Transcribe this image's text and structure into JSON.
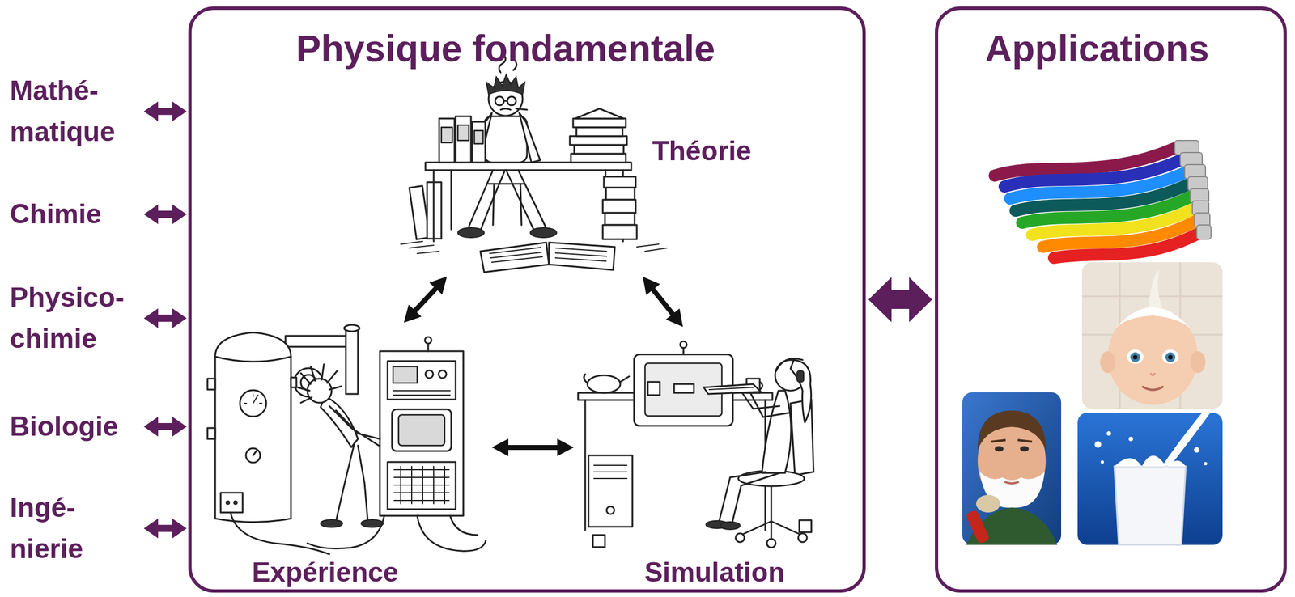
{
  "diagram": {
    "nodes": [
      {
        "text": [
          "Mathé- matique"
        ]
      },
      {
        "text": [
          "Chimie"
        ]
      },
      {
        "text": [
          "Physico- chimie"
        ]
      },
      {
        "text": [
          "Biologie"
        ]
      },
      {
        "text": [
          "Ingé- nierie"
        ]
      },
      {
        "text": [
          "Physique fondamentale"
        ]
      },
      {
        "text": [
          "Théorie"
        ],
        "in": 5
      },
      {
        "text": [
          "Expérience"
        ],
        "in": 5
      },
      {
        "text": [
          "Simulation"
        ],
        "in": 5
      },
      {
        "text": [
          "Applications"
        ]
      }
    ],
    "edges": [
      {
        "from": 0,
        "to": 5,
        "arrow": "both"
      },
      {
        "from": 1,
        "to": 5,
        "arrow": "both"
      },
      {
        "from": 2,
        "to": 5,
        "arrow": "both"
      },
      {
        "from": 3,
        "to": 5,
        "arrow": "both"
      },
      {
        "from": 4,
        "to": 5,
        "arrow": "both"
      },
      {
        "from": 6,
        "to": 7,
        "arrow": "both"
      },
      {
        "from": 6,
        "to": 8,
        "arrow": "both"
      },
      {
        "from": 7,
        "to": 8,
        "arrow": "both"
      },
      {
        "from": 5,
        "to": 9,
        "arrow": "both"
      }
    ]
  }
}
